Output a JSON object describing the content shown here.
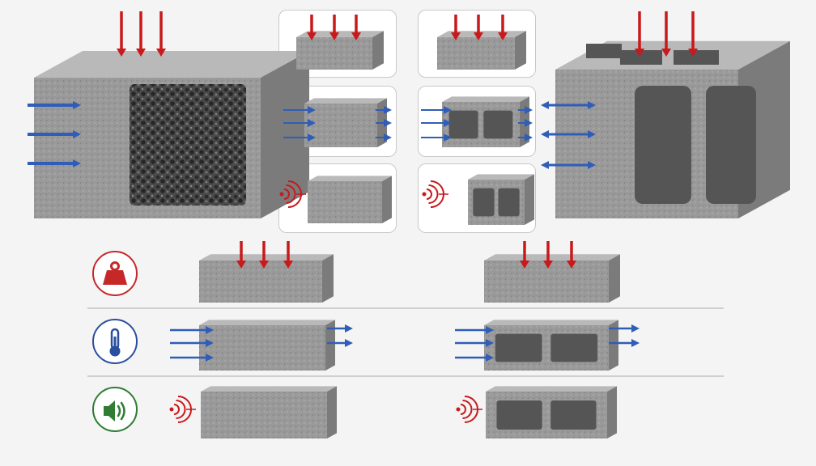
{
  "colors": {
    "load": "#c8191b",
    "thermal": "#2f5db8",
    "sound": "#c8191b",
    "icon_weight": "#c62828",
    "icon_thermal": "#2a4f9e",
    "icon_sound": "#2e7d32",
    "concrete_front": "#9a9a9a",
    "concrete_top": "#b9b9b9",
    "concrete_side": "#7b7b7b",
    "foam_core": "#3d3d3d",
    "cavity": "#555555",
    "panel_border": "#c9c9c9",
    "divider": "#cfcfcf"
  },
  "icons": {
    "weight": "weight-icon",
    "thermal": "thermometer-icon",
    "sound": "speaker-icon"
  },
  "rows": [
    {
      "property": "load",
      "icon": "weight-icon"
    },
    {
      "property": "thermal",
      "icon": "thermometer-icon"
    },
    {
      "property": "sound",
      "icon": "speaker-icon"
    }
  ],
  "variants": [
    "solid",
    "hollow"
  ]
}
